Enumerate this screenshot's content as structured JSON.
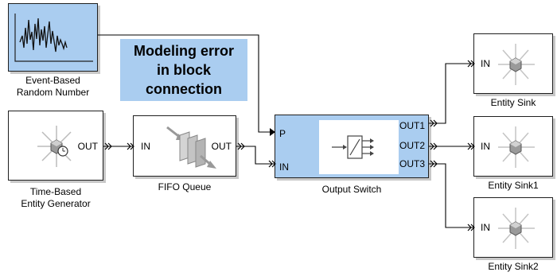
{
  "blocks": {
    "random_number": {
      "label_line1": "Event-Based",
      "label_line2": "Random Number"
    },
    "entity_generator": {
      "label_line1": "Time-Based",
      "label_line2": "Entity Generator",
      "out_port": "OUT"
    },
    "fifo_queue": {
      "label": "FIFO Queue",
      "in_port": "IN",
      "out_port": "OUT"
    },
    "output_switch": {
      "label": "Output Switch",
      "p_port": "P",
      "in_port": "IN",
      "out1": "OUT1",
      "out2": "OUT2",
      "out3": "OUT3"
    },
    "sink1": {
      "label": "Entity Sink",
      "in_port": "IN"
    },
    "sink2": {
      "label": "Entity Sink1",
      "in_port": "IN"
    },
    "sink3": {
      "label": "Entity Sink2",
      "in_port": "IN"
    }
  },
  "annotation": {
    "line1": "Modeling error",
    "line2": "in block",
    "line3": "connection"
  },
  "colors": {
    "highlight_blue": "#aacdf0",
    "wire": "#000000",
    "block_border": "#1f1f1f"
  },
  "icons": [
    "signal-plot-icon",
    "clock-entity-icon",
    "queue-icon",
    "switch-icon",
    "sink-cube-icon"
  ]
}
